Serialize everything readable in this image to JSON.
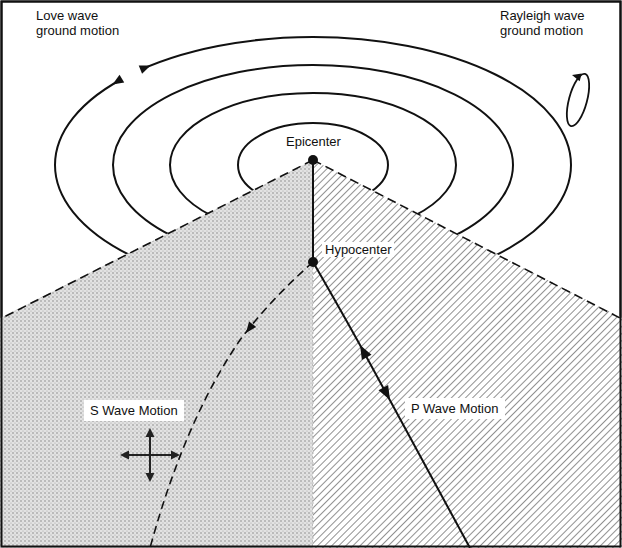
{
  "diagram": {
    "nodes": [
      {
        "text": [
          "S Wave Motion"
        ]
      },
      {
        "text": [
          "P Wave Motion"
        ]
      }
    ],
    "labels": [
      "Love wave ground motion",
      "Rayleigh wave ground motion",
      "Epicenter",
      "Hypocenter"
    ]
  }
}
